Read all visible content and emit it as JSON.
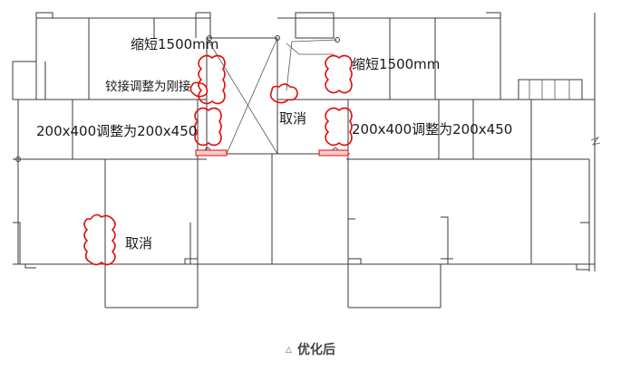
{
  "annotations": {
    "shorten_left": "缩短1500mm",
    "shorten_right": "缩短1500mm",
    "hinge_change": "铰接调整为刚接",
    "resize_left": "200x400调整为200x450",
    "resize_right": "200x400调整为200x450",
    "cancel_center": "取消",
    "cancel_lower": "取消"
  },
  "caption": {
    "marker": "△",
    "text": "优化后"
  },
  "colors": {
    "lines": "#3a3a3a",
    "revision": "#e01010",
    "caption": "#444444"
  }
}
